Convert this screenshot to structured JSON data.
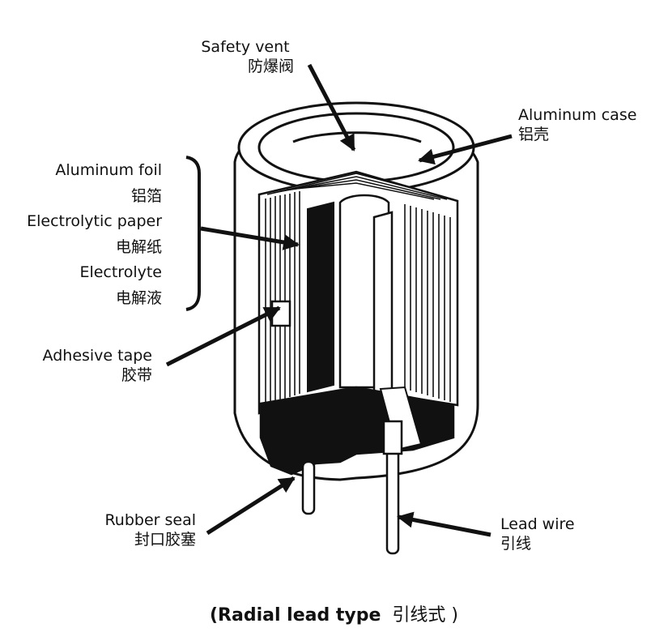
{
  "labels": {
    "safety_vent": {
      "en": "Safety vent",
      "cn": "防爆阀"
    },
    "aluminum_case": {
      "en": "Aluminum case",
      "cn": "铝壳"
    },
    "aluminum_foil": {
      "en": "Aluminum foil",
      "cn": "铝箔"
    },
    "electrolytic_paper": {
      "en": "Electrolytic paper",
      "cn": "电解纸"
    },
    "electrolyte": {
      "en": "Electrolyte",
      "cn": "电解液"
    },
    "adhesive_tape": {
      "en": "Adhesive tape",
      "cn": "胶带"
    },
    "rubber_seal": {
      "en": "Rubber seal",
      "cn": "封口胶塞"
    },
    "lead_wire": {
      "en": "Lead wire",
      "cn": "引线"
    }
  },
  "caption": {
    "open": "(Radial lead type",
    "cn": "引线式 )"
  }
}
